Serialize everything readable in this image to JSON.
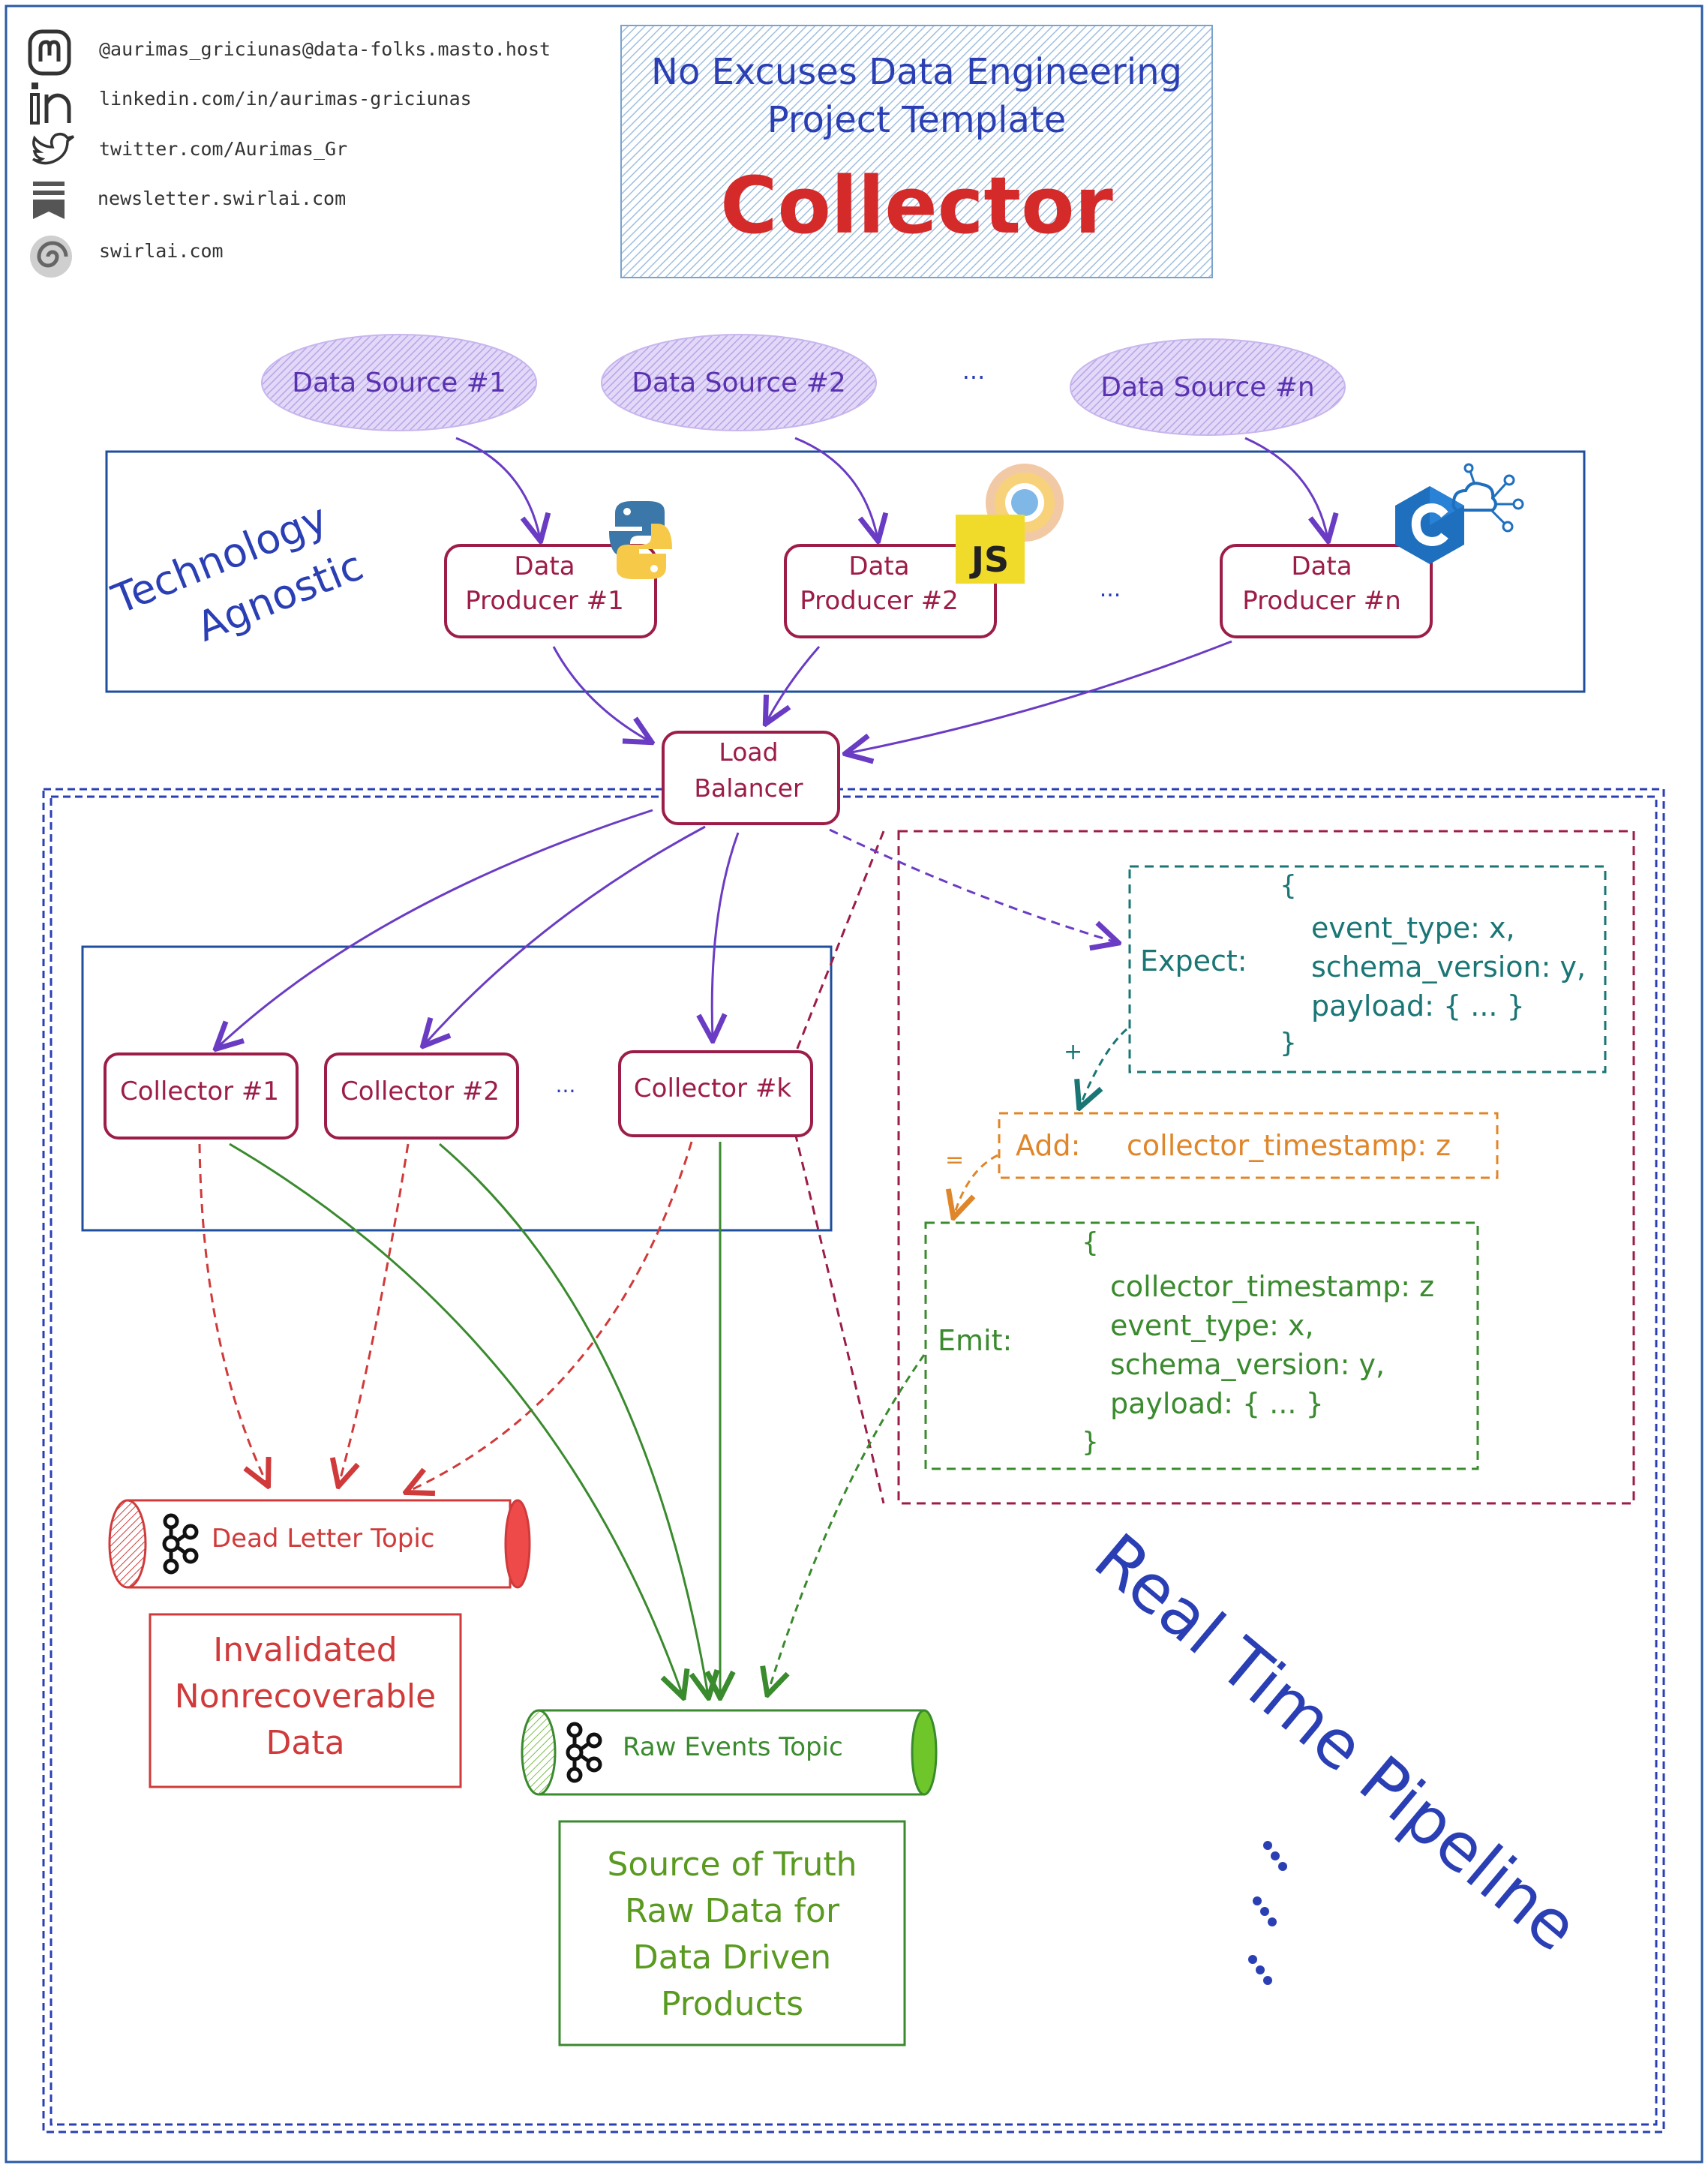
{
  "header": {
    "socials": [
      {
        "icon": "mastodon-icon",
        "text": "@aurimas_griciunas@data-folks.masto.host"
      },
      {
        "icon": "linkedin-icon",
        "text": "linkedin.com/in/aurimas-griciunas"
      },
      {
        "icon": "twitter-icon",
        "text": "twitter.com/Aurimas_Gr"
      },
      {
        "icon": "newsletter-icon",
        "text": "newsletter.swirlai.com"
      },
      {
        "icon": "swirlai-icon",
        "text": "swirlai.com"
      }
    ],
    "title_line1": "No Excuses Data Engineering",
    "title_line2": "Project Template",
    "title_main": "Collector"
  },
  "sources": [
    "Data Source #1",
    "Data Source #2",
    "Data Source #n"
  ],
  "ellipsis": "...",
  "tech_label_1": "Technology",
  "tech_label_2": "Agnostic",
  "producers": [
    {
      "line1": "Data",
      "line2": "Producer #1",
      "logo": "python-logo-icon"
    },
    {
      "line1": "Data",
      "line2": "Producer #2",
      "logo": "javascript-logo-icon"
    },
    {
      "line1": "Data",
      "line2": "Producer #n",
      "logo": "csharp-logo-icon"
    }
  ],
  "load_balancer": {
    "line1": "Load",
    "line2": "Balancer"
  },
  "collectors": [
    "Collector #1",
    "Collector #2",
    "Collector #k"
  ],
  "expect": {
    "label": "Expect:",
    "open": "{",
    "lines": [
      "event_type: x,",
      "schema_version: y,",
      "payload: { ... }"
    ],
    "close": "}"
  },
  "plus": "+",
  "add": {
    "label": "Add:",
    "value": "collector_timestamp: z"
  },
  "equals": "=",
  "emit": {
    "label": "Emit:",
    "open": "{",
    "lines": [
      "collector_timestamp: z",
      "event_type: x,",
      "schema_version: y,",
      "payload: { ... }"
    ],
    "close": "}"
  },
  "dead_letter_topic": "Dead Letter Topic",
  "raw_events_topic": "Raw Events Topic",
  "invalid_box": [
    "Invalidated",
    "Nonrecoverable",
    "Data"
  ],
  "truth_box": [
    "Source of Truth",
    "Raw Data for",
    "Data Driven",
    "Products"
  ],
  "pipeline_label": "Real Time Pipeline",
  "colors": {
    "blue": "#1f4e9c",
    "navy": "#2b3fb5",
    "purple": "#6a3cc4",
    "maroon": "#9c1d48",
    "red": "#d03a3a",
    "green": "#3a8a2e",
    "teal": "#1a7575",
    "orange": "#e0862a",
    "lavender": "#c8b6ee"
  }
}
